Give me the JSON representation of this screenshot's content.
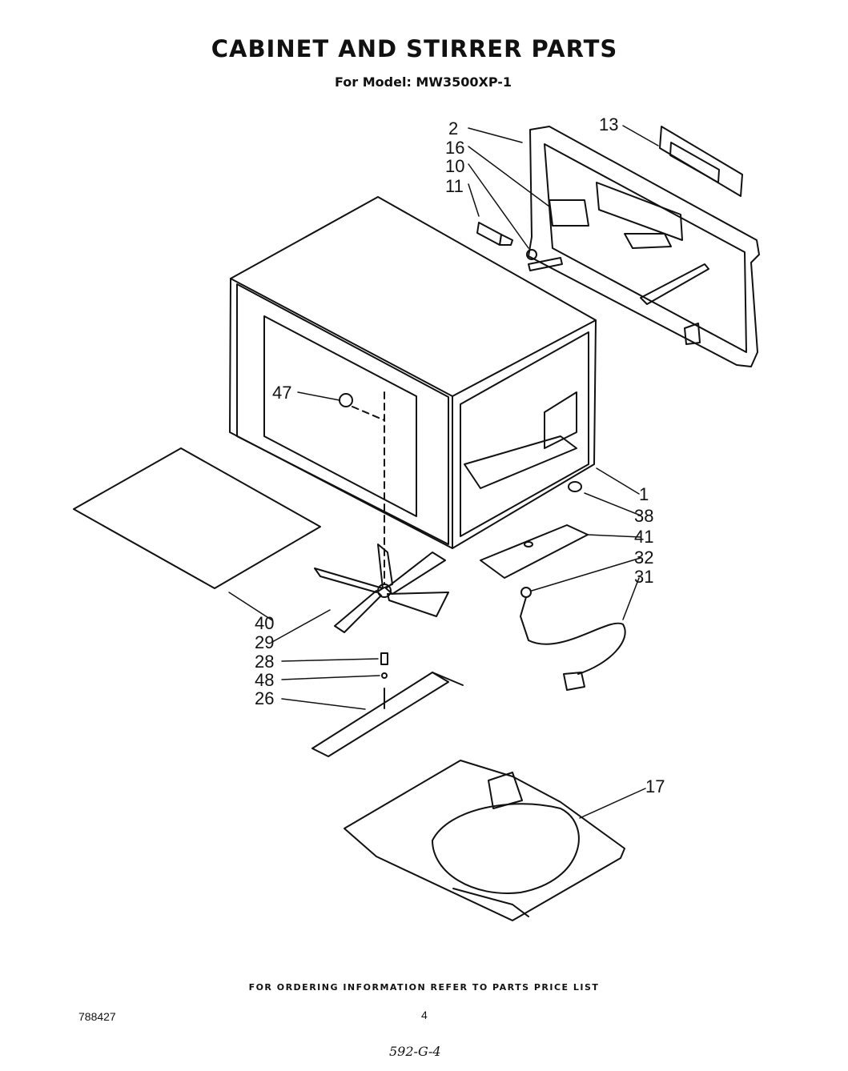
{
  "title": "CABINET AND STIRRER PARTS",
  "subtitle": "For Model: MW3500XP-1",
  "callouts": [
    {
      "id": "2",
      "label": "2"
    },
    {
      "id": "16",
      "label": "16"
    },
    {
      "id": "10",
      "label": "10"
    },
    {
      "id": "11",
      "label": "11"
    },
    {
      "id": "13",
      "label": "13"
    },
    {
      "id": "47",
      "label": "47"
    },
    {
      "id": "1",
      "label": "1"
    },
    {
      "id": "38",
      "label": "38"
    },
    {
      "id": "41",
      "label": "41"
    },
    {
      "id": "32",
      "label": "32"
    },
    {
      "id": "31",
      "label": "31"
    },
    {
      "id": "40",
      "label": "40"
    },
    {
      "id": "29",
      "label": "29"
    },
    {
      "id": "28",
      "label": "28"
    },
    {
      "id": "48",
      "label": "48"
    },
    {
      "id": "26",
      "label": "26"
    },
    {
      "id": "17",
      "label": "17"
    }
  ],
  "footer": {
    "ordering_note": "FOR ORDERING INFORMATION REFER TO PARTS PRICE LIST",
    "document_number": "788427",
    "page_number": "4",
    "handwritten_code": "592-G-4"
  }
}
